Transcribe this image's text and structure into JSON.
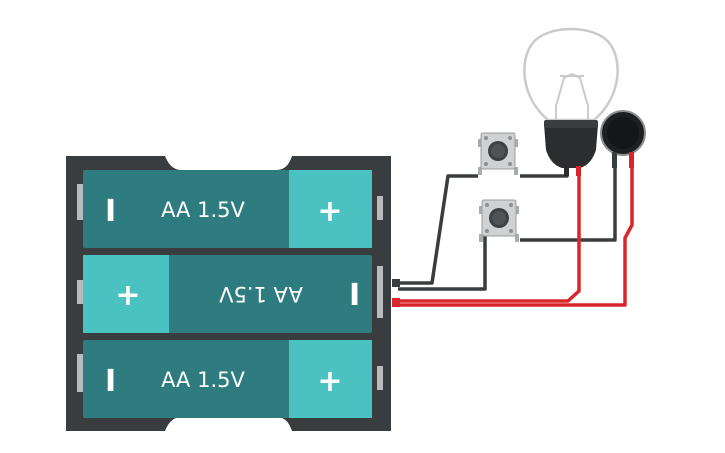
{
  "batteries": [
    {
      "label": "AA 1.5V",
      "positive": "+",
      "negative": "I",
      "orientation": "normal"
    },
    {
      "label": "AA 1.5V",
      "positive": "+",
      "negative": "I",
      "orientation": "flipped"
    },
    {
      "label": "AA 1.5V",
      "positive": "+",
      "negative": "I",
      "orientation": "normal"
    }
  ],
  "colors": {
    "holder": "#3a3d3f",
    "battery_body": "#2f7c80",
    "battery_cap": "#4bc2c2",
    "wire_black": "#3a3d3f",
    "wire_red": "#d9262d",
    "background": "#ffffff"
  },
  "components": [
    "battery-holder",
    "push-button",
    "push-button",
    "light-bulb",
    "vibration-motor"
  ]
}
